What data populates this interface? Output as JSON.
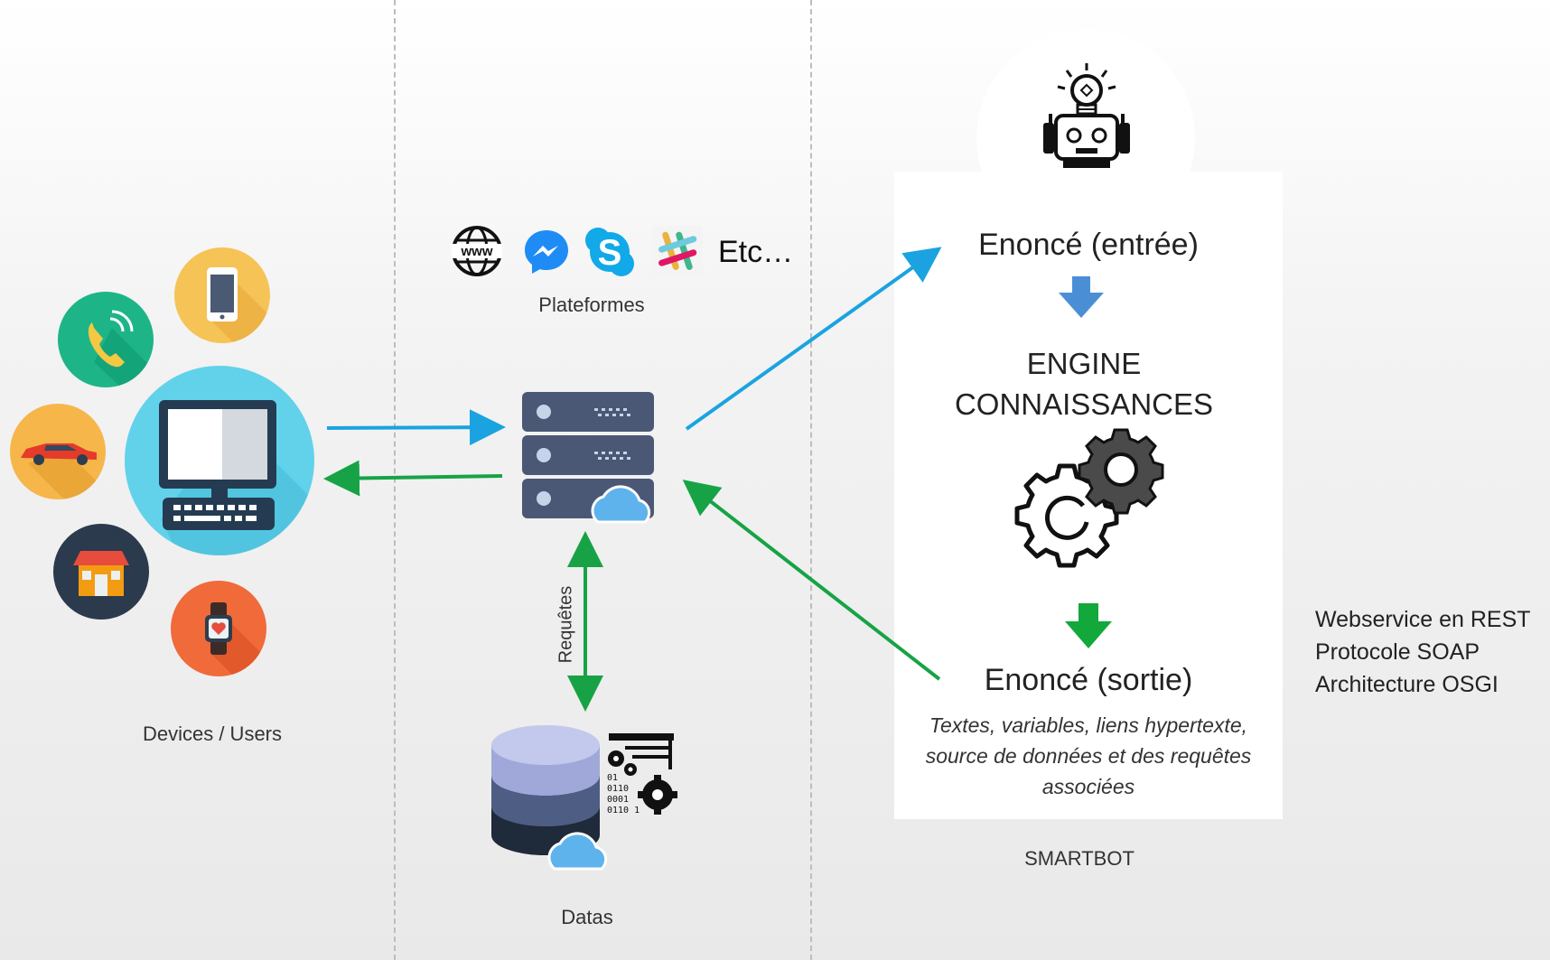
{
  "devices": {
    "caption": "Devices / Users"
  },
  "platforms": {
    "etc_label": "Etc…",
    "caption": "Plateformes"
  },
  "requests": {
    "label": "Requêtes"
  },
  "datas": {
    "caption": "Datas",
    "binary_lines": [
      "01",
      "0110",
      "0001",
      "0110 1"
    ]
  },
  "smartbot": {
    "input_label": "Enoncé (entrée)",
    "engine_line1": "ENGINE",
    "engine_line2": "CONNAISSANCES",
    "output_label": "Enoncé (sortie)",
    "output_note": "Textes, variables, liens hypertexte, source de données et des requêtes associées",
    "caption": "SMARTBOT"
  },
  "tech": {
    "items": [
      "Webservice en REST",
      "Protocole SOAP",
      "Architecture OSGI"
    ]
  },
  "colors": {
    "blue_arrow": "#1aa3e0",
    "green_arrow": "#17a345",
    "down_blue": "#4a8fd6",
    "down_green": "#12a83b"
  }
}
